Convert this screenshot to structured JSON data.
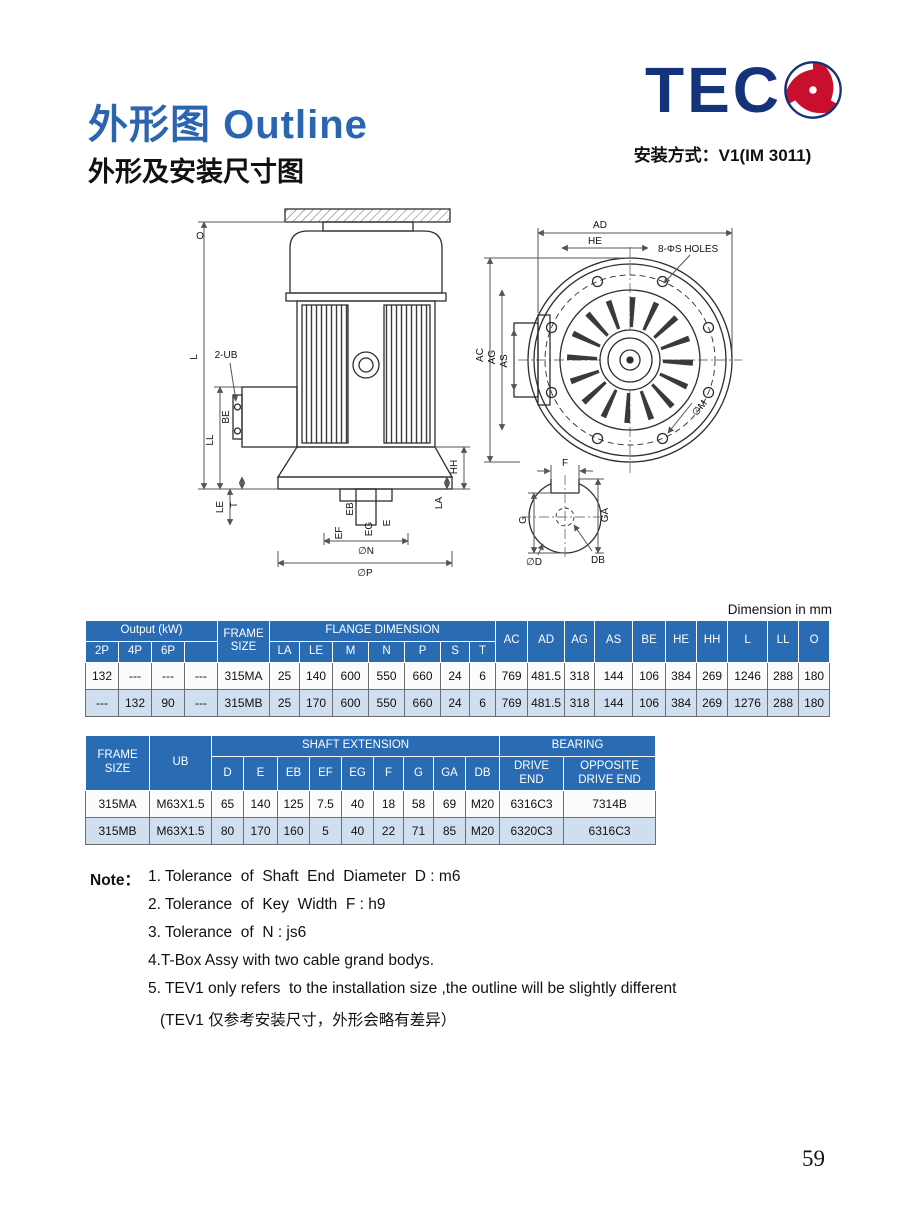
{
  "header": {
    "title": "外形图 Outline",
    "subtitle": "外形及安装尺寸图",
    "logo_text": "TEC",
    "install_method": "安装方式：V1(IM 3011)"
  },
  "colors": {
    "title_blue": "#2b65b0",
    "logo_navy": "#14337a",
    "logo_red": "#c8102e",
    "table_header_blue": "#2a6cb4",
    "row_alt_blue": "#cfdff0"
  },
  "drawing": {
    "side": {
      "o": "O",
      "l": "L",
      "two_ub": "2-UB",
      "ll": "LL",
      "be": "BE",
      "le": "LE",
      "t": "T",
      "eb": "EB",
      "ef": "EF",
      "eg": "EG",
      "e": "E",
      "hh": "HH",
      "la": "LA",
      "phi_n": "∅N",
      "phi_p": "∅P"
    },
    "front": {
      "ad": "AD",
      "he": "HE",
      "holes": "8-ΦS HOLES",
      "ac": "AC",
      "ag": "AG",
      "as": "AS",
      "phi_m": "∅M"
    },
    "shaft": {
      "f": "F",
      "g": "G",
      "ga": "GA",
      "phi_d": "∅D",
      "db": "DB"
    }
  },
  "dimension_note": "Dimension in  mm",
  "table1": {
    "header": {
      "output": "Output (kW)",
      "output_cols": [
        "2P",
        "4P",
        "6P",
        ""
      ],
      "frame": "FRAME SIZE",
      "flange": "FLANGE DIMENSION",
      "flange_cols": [
        "LA",
        "LE",
        "M",
        "N",
        "P",
        "S",
        "T"
      ],
      "cols": [
        "AC",
        "AD",
        "AG",
        "AS",
        "BE",
        "HE",
        "HH",
        "L",
        "LL",
        "O"
      ]
    },
    "rows": [
      [
        "132",
        "---",
        "---",
        "---",
        "315MA",
        "25",
        "140",
        "600",
        "550",
        "660",
        "24",
        "6",
        "769",
        "481.5",
        "318",
        "144",
        "106",
        "384",
        "269",
        "1246",
        "288",
        "180"
      ],
      [
        "---",
        "132",
        "90",
        "---",
        "315MB",
        "25",
        "170",
        "600",
        "550",
        "660",
        "24",
        "6",
        "769",
        "481.5",
        "318",
        "144",
        "106",
        "384",
        "269",
        "1276",
        "288",
        "180"
      ]
    ]
  },
  "table2": {
    "header": {
      "frame": "FRAME SIZE",
      "ub": "UB",
      "shaft": "SHAFT EXTENSION",
      "shaft_cols": [
        "D",
        "E",
        "EB",
        "EF",
        "EG",
        "F",
        "G",
        "GA",
        "DB"
      ],
      "bearing": "BEARING",
      "bearing_cols": [
        "DRIVE END",
        "OPPOSITE DRIVE END"
      ]
    },
    "rows": [
      [
        "315MA",
        "M63X1.5",
        "65",
        "140",
        "125",
        "7.5",
        "40",
        "18",
        "58",
        "69",
        "M20",
        "6316C3",
        "7314B"
      ],
      [
        "315MB",
        "M63X1.5",
        "80",
        "170",
        "160",
        "5",
        "40",
        "22",
        "71",
        "85",
        "M20",
        "6320C3",
        "6316C3"
      ]
    ]
  },
  "notes": {
    "label": "Note：",
    "items": [
      "1. Tolerance  of  Shaft  End  Diameter  D : m6",
      "2. Tolerance  of  Key  Width  F : h9",
      "3. Tolerance  of  N : js6",
      "4.T-Box Assy with two cable grand bodys.",
      "5. TEV1 only refers  to the installation size ,the outline will be slightly different",
      "(TEV1 仅参考安装尺寸，外形会略有差异）"
    ]
  },
  "page_number": "59"
}
